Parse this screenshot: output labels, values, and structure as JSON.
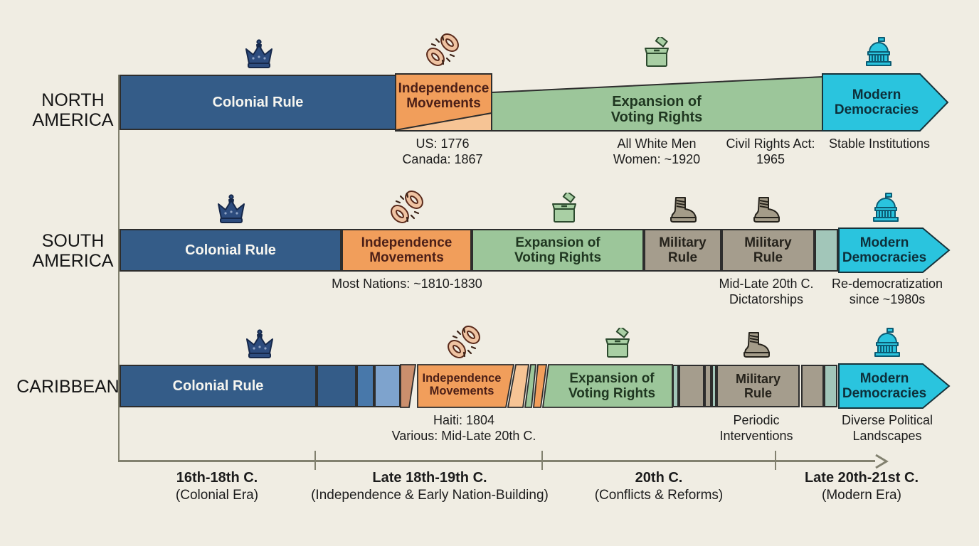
{
  "regions": {
    "north_america": {
      "label": "NORTH\nAMERICA",
      "segments": {
        "colonial": "Colonial Rule",
        "independence": "Independence\nMovements",
        "voting": "Expansion of\nVoting Rights",
        "modern": "Modern\nDemocracies"
      },
      "annotations": {
        "independence": "US: 1776\nCanada: 1867",
        "voting_early": "All White Men\nWomen: ~1920",
        "voting_late": "Civil Rights Act:\n1965",
        "modern": "Stable Institutions"
      }
    },
    "south_america": {
      "label": "SOUTH\nAMERICA",
      "segments": {
        "colonial": "Colonial Rule",
        "independence": "Independence\nMovements",
        "voting": "Expansion of\nVoting Rights",
        "military_1": "Military\nRule",
        "military_2": "Military\nRule",
        "modern": "Modern\nDemocracies"
      },
      "annotations": {
        "independence": "Most Nations: ~1810-1830",
        "military": "Mid-Late 20th C.\nDictatorships",
        "modern": "Re-democratization\nsince ~1980s"
      }
    },
    "caribbean": {
      "label": "CARIBBEAN",
      "segments": {
        "colonial": "Colonial Rule",
        "independence": "Independence\nMovements",
        "voting": "Expansion of\nVoting Rights",
        "military": "Military\nRule",
        "modern": "Modern\nDemocracies"
      },
      "annotations": {
        "independence": "Haiti: 1804\nVarious: Mid-Late 20th C.",
        "military": "Periodic\nInterventions",
        "modern": "Diverse Political\nLandscapes"
      }
    }
  },
  "timeline_axis": {
    "periods": [
      {
        "title": "16th-18th C.",
        "subtitle": "(Colonial Era)"
      },
      {
        "title": "Late 18th-19th C.",
        "subtitle": "(Independence & Early Nation-Building)"
      },
      {
        "title": "20th C.",
        "subtitle": "(Conflicts & Reforms)"
      },
      {
        "title": "Late 20th-21st C.",
        "subtitle": "(Modern Era)"
      }
    ]
  },
  "icons": {
    "colonial": "crown-icon",
    "independence": "broken-chain-icon",
    "voting": "ballot-box-icon",
    "military": "combat-boot-icon",
    "modern": "capitol-dome-icon"
  },
  "colors": {
    "background": "#f0ede3",
    "colonial_blue": "#345c88",
    "colonial_blue_mid": "#4878aa",
    "colonial_blue_light": "#7ea3cd",
    "independence_orange": "#f19e5b",
    "independence_orange_light": "#f6c495",
    "transition_salmon": "#cb8f6d",
    "voting_green": "#9cc69a",
    "military_taupe": "#a59d8d",
    "transition_teal": "#a2c6b9",
    "modern_cyan": "#2ac4de",
    "outline": "#2d2d2d",
    "axis_gray": "#82816f"
  }
}
